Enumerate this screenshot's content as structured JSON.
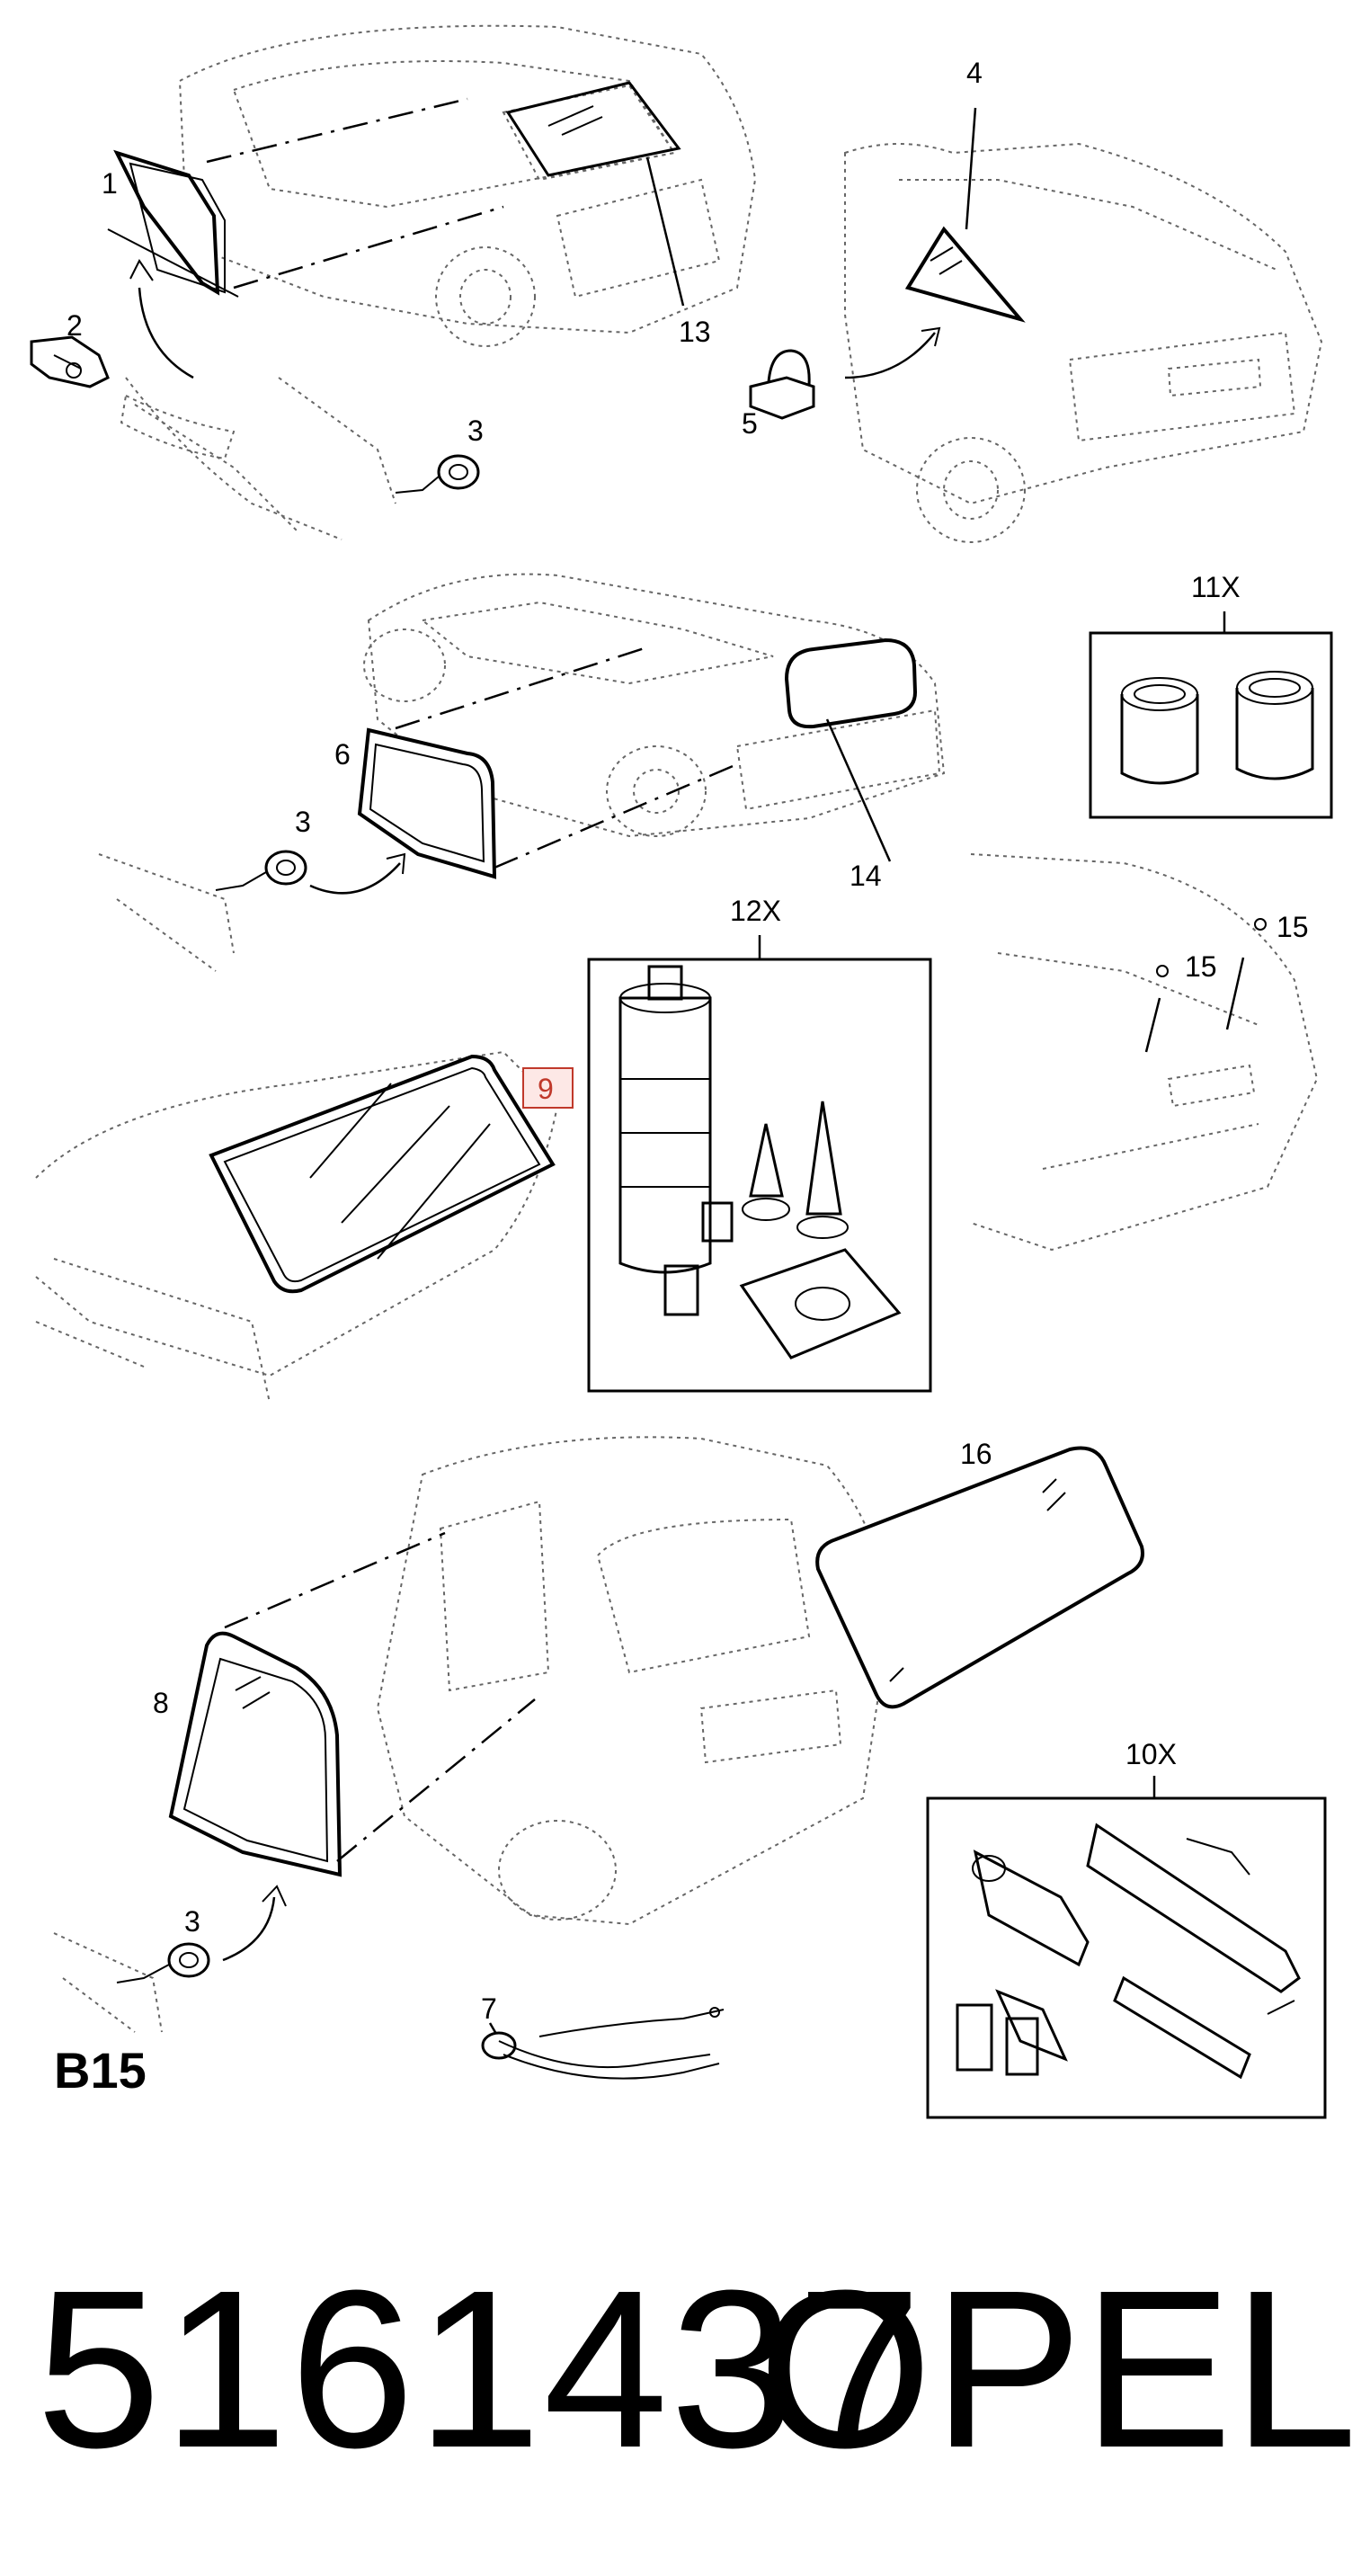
{
  "callouts": {
    "c1": "1",
    "c2": "2",
    "c3a": "3",
    "c3b": "3",
    "c3c": "3",
    "c4": "4",
    "c5": "5",
    "c6": "6",
    "c7": "7",
    "c8": "8",
    "c9": "9",
    "c10": "10X",
    "c11": "11X",
    "c12": "12X",
    "c13": "13",
    "c14": "14",
    "c15a": "15",
    "c15b": "15",
    "c16": "16"
  },
  "section_code": "B15",
  "footer": {
    "part_number": "5161437",
    "brand": "OPEL"
  },
  "colors": {
    "highlight": "#c0392b",
    "linework": "#000000",
    "ghost_linework": "#666666"
  }
}
